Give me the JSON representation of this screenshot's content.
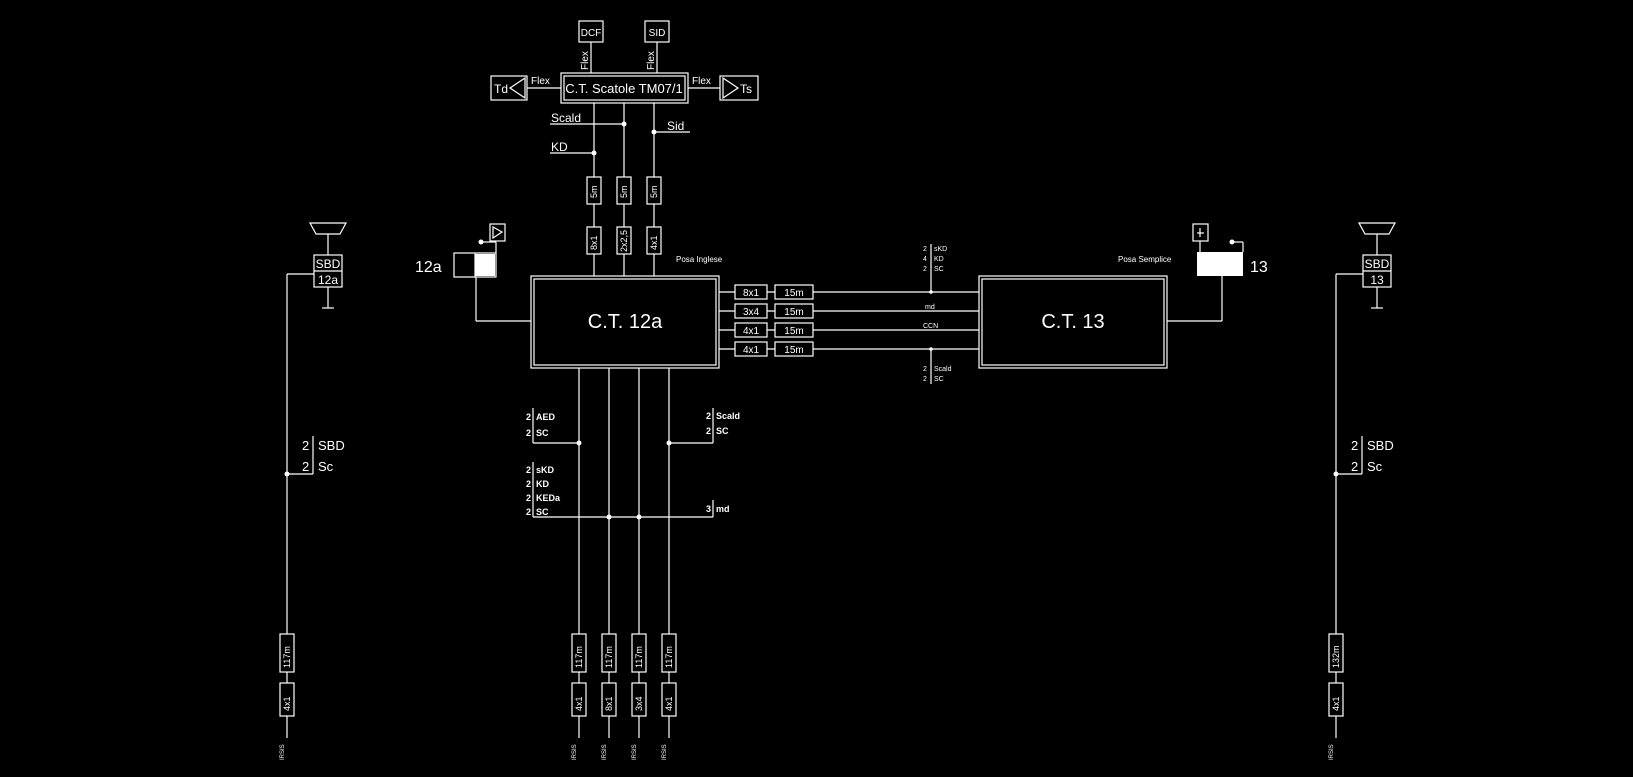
{
  "top": {
    "box_title": "C.T. Scatole TM07/1",
    "dcf": "DCF",
    "sid": "SID",
    "flex": "Flex",
    "td": "Td",
    "ts": "Ts",
    "scald": "Scald",
    "kd": "KD",
    "sid_lower": "Sid",
    "cables": [
      {
        "len": "5m",
        "type": "8x1"
      },
      {
        "len": "5m",
        "type": "2x2,5"
      },
      {
        "len": "5m",
        "type": "4x1"
      }
    ]
  },
  "ct12a": {
    "title": "C.T.  12a",
    "posa": "Posa Inglese",
    "side_label": "12a"
  },
  "ct13": {
    "title": "C.T.  13",
    "posa": "Posa Semplice",
    "side_label": "13"
  },
  "links": [
    {
      "type": "8x1",
      "len": "15m"
    },
    {
      "type": "3x4",
      "len": "15m"
    },
    {
      "type": "4x1",
      "len": "15m"
    },
    {
      "type": "4x1",
      "len": "15m"
    }
  ],
  "mid_labels": {
    "group1": [
      [
        "2",
        "sKD"
      ],
      [
        "4",
        "KD"
      ],
      [
        "2",
        "SC"
      ]
    ],
    "md": "md",
    "ccn": "CCN",
    "group2": [
      [
        "2",
        "Scald"
      ],
      [
        "2",
        "SC"
      ]
    ]
  },
  "lower_left": {
    "g1": [
      [
        "2",
        "AED"
      ],
      [
        "2",
        "SC"
      ]
    ],
    "g2": [
      [
        "2",
        "sKD"
      ],
      [
        "2",
        "KD"
      ],
      [
        "2",
        "KEDa"
      ],
      [
        "2",
        "SC"
      ]
    ]
  },
  "lower_right": {
    "g1": [
      [
        "2",
        "Scald"
      ],
      [
        "2",
        "SC"
      ]
    ],
    "g2": [
      [
        "3",
        "md"
      ]
    ]
  },
  "sbd_left": {
    "box": [
      "SBD",
      "12a"
    ],
    "labels": [
      [
        "2",
        "SBD"
      ],
      [
        "2",
        "Sc"
      ]
    ],
    "len": "117m",
    "type": "4x1",
    "tag": "IRSIS"
  },
  "sbd_right": {
    "box": [
      "SBD",
      "13"
    ],
    "labels": [
      [
        "2",
        "SBD"
      ],
      [
        "2",
        "Sc"
      ]
    ],
    "len": "132m",
    "type": "4x1",
    "tag": "IRSIS"
  },
  "bottom_cables": [
    {
      "len": "117m",
      "type": "4x1",
      "tag": "IRSIS"
    },
    {
      "len": "117m",
      "type": "8x1",
      "tag": "IRSIS"
    },
    {
      "len": "117m",
      "type": "3x4",
      "tag": "IRSIS"
    },
    {
      "len": "117m",
      "type": "4x1",
      "tag": "IRSIS"
    }
  ]
}
